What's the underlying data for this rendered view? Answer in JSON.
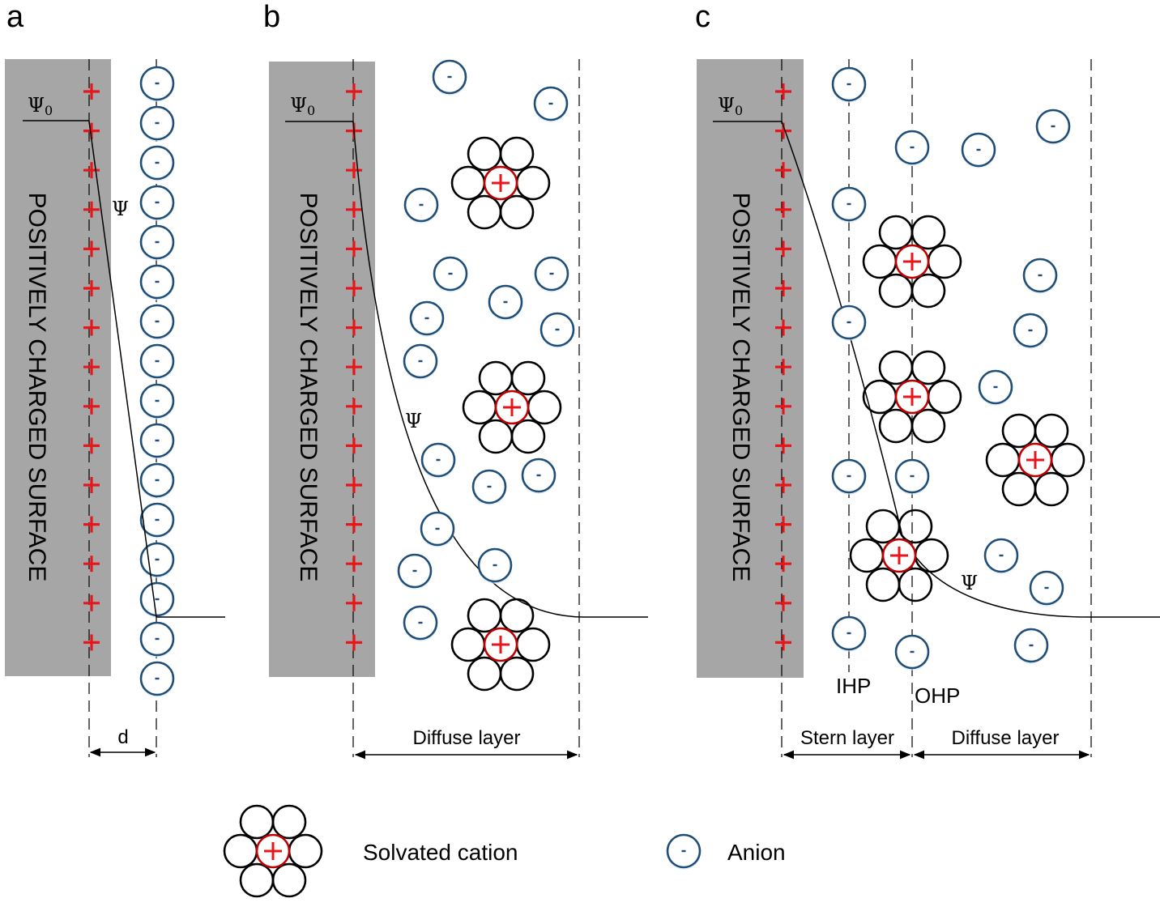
{
  "panels": {
    "a": {
      "letter": "a",
      "surface_label": "POSITIVELY CHARGED SURFACE",
      "psi0": "Ψ",
      "psi0_sub": "0",
      "psi": "Ψ",
      "distance_label": "d"
    },
    "b": {
      "letter": "b",
      "surface_label": "POSITIVELY CHARGED SURFACE",
      "psi0": "Ψ",
      "psi0_sub": "0",
      "psi": "Ψ",
      "layer_label": "Diffuse layer"
    },
    "c": {
      "letter": "c",
      "surface_label": "POSITIVELY CHARGED SURFACE",
      "psi0": "Ψ",
      "psi0_sub": "0",
      "psi": "Ψ",
      "ihp_label": "IHP",
      "ohp_label": "OHP",
      "stern_label": "Stern layer",
      "diffuse_label": "Diffuse layer"
    }
  },
  "legend": {
    "cation_label": "Solvated cation",
    "anion_label": "Anion"
  },
  "symbols": {
    "plus": "+",
    "minus": "-"
  },
  "colors": {
    "surface": "#a6a6a6",
    "positive_charge": "#e8161b",
    "anion": "#1f4e79",
    "anion_halo": "#d7e6f2",
    "cation_ring": "#c00000",
    "solvent": "#000000"
  }
}
